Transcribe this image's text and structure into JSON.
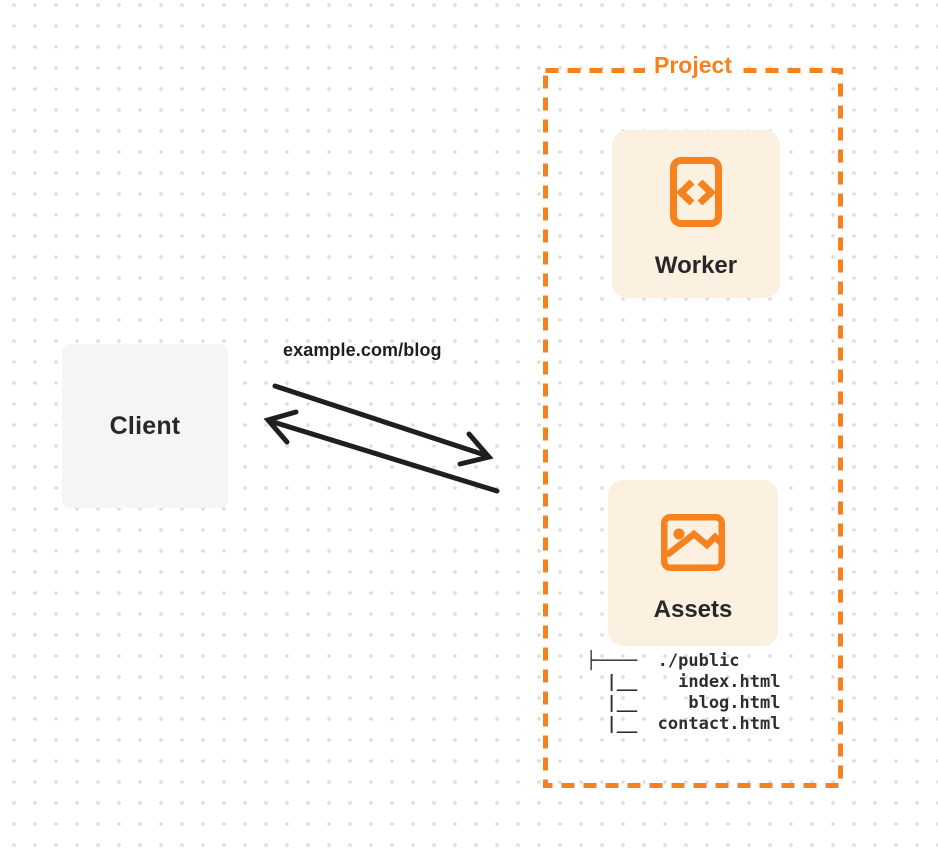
{
  "theme": {
    "accent": "#F6821F",
    "card_bg": "#FCF0E1",
    "client_bg": "#F5F5F6",
    "ink": "#1F1F1F",
    "text": "#27272A",
    "tree_text": "#2E2E2E",
    "dot": "#DEDEDE",
    "bg": "#FFFFFF"
  },
  "client": {
    "label": "Client"
  },
  "request": {
    "url": "example.com/blog"
  },
  "project": {
    "title": "Project",
    "worker": {
      "label": "Worker",
      "icon": "code-file-icon"
    },
    "assets": {
      "label": "Assets",
      "icon": "image-icon",
      "tree": [
        "├────  ./public",
        "  |__    index.html",
        "  |__     blog.html",
        "  |__  contact.html"
      ]
    }
  }
}
